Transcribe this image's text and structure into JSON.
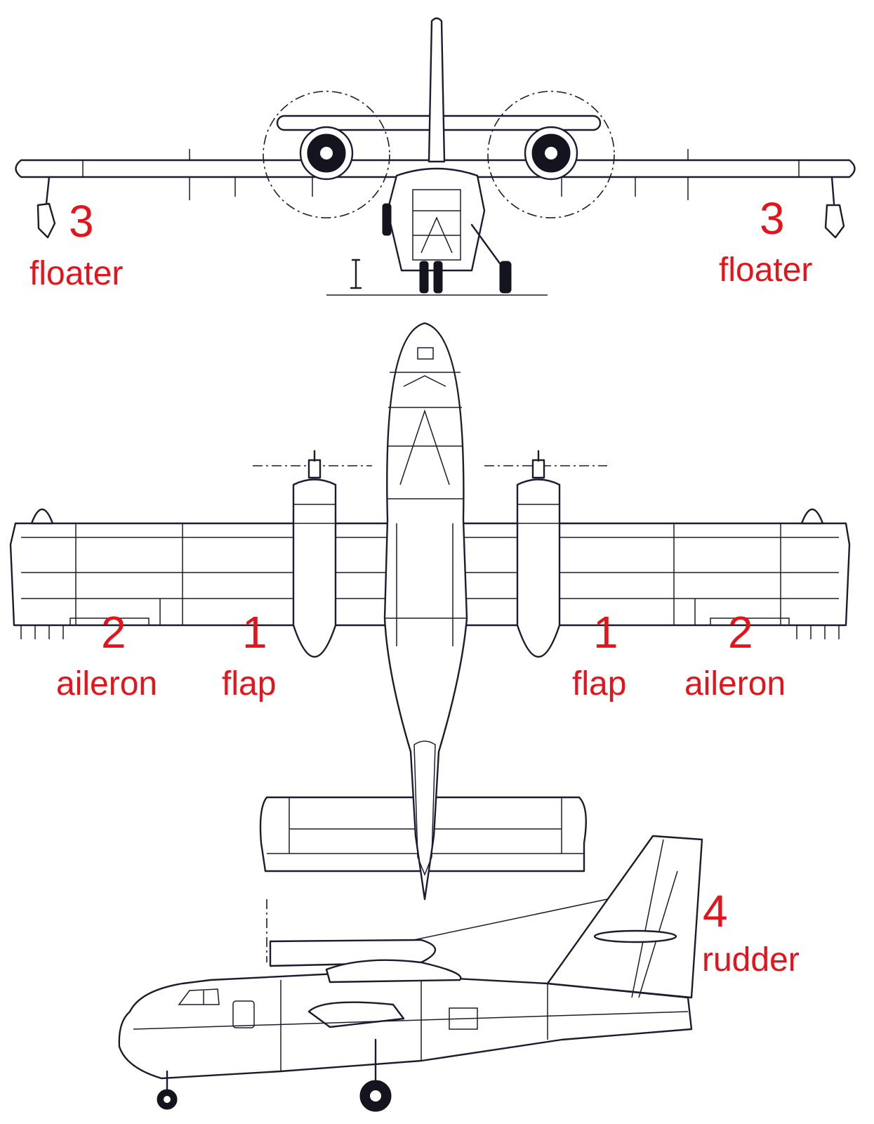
{
  "labels": {
    "floater_left": {
      "number": "3",
      "word": "floater"
    },
    "floater_right": {
      "number": "3",
      "word": "floater"
    },
    "aileron_left": {
      "number": "2",
      "word": "aileron"
    },
    "flap_left": {
      "number": "1",
      "word": "flap"
    },
    "flap_right": {
      "number": "1",
      "word": "flap"
    },
    "aileron_right": {
      "number": "2",
      "word": "aileron"
    },
    "rudder": {
      "number": "4",
      "word": "rudder"
    }
  },
  "colors": {
    "label": "#e3141b",
    "ink": "#1c1c2e",
    "paper": "#ffffff"
  }
}
